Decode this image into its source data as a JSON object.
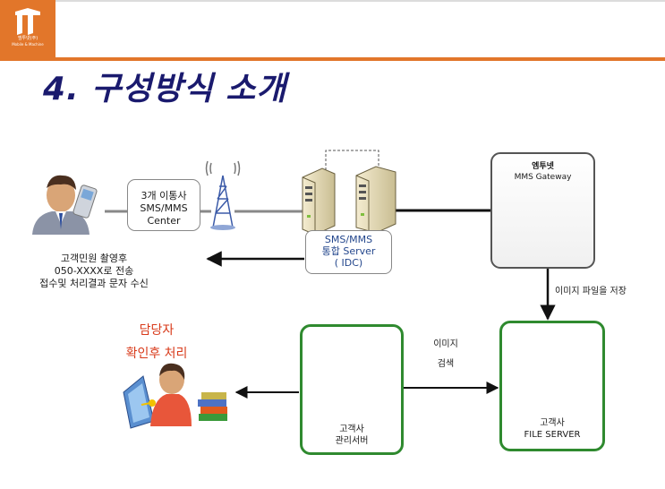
{
  "header": {
    "logo_name": "엠투넷(주)",
    "logo_sub": "Mobile & Machine",
    "title": "4. 구성방식 소개"
  },
  "diagram": {
    "customer": {
      "line1": "고객민원 촬영후",
      "line2": "050-XXXX로 전송",
      "line3": "접수및 처리결과 문자 수신"
    },
    "carrier_center": {
      "line1": "3개 이통사",
      "line2": "SMS/MMS",
      "line3": "Center"
    },
    "sms_server": {
      "line1": "SMS/MMS",
      "line2": "통합 Server",
      "line3": "( IDC)"
    },
    "mms_gateway": {
      "line1": "엠투넷",
      "line2": "MMS Gateway"
    },
    "save_label": "이미지 파일을 저장",
    "staff": {
      "line1": "담당자",
      "line2": "확인후 처리"
    },
    "search_label": {
      "line1": "이미지",
      "line2": "검색"
    },
    "management_server": {
      "line1": "고객사",
      "line2": "관리서버"
    },
    "file_server": {
      "line1": "고객사",
      "line2": "FILE SERVER"
    }
  },
  "colors": {
    "accent": "#e2762a",
    "title": "#1a1a6e",
    "server_text": "#23468c",
    "staff_text": "#d83a1a",
    "green_border": "#2f8a2f"
  },
  "icons": [
    "customer-phone-icon",
    "antenna-tower-icon",
    "server-tower-icon",
    "server-rack-icon",
    "router-chassis-icon",
    "staff-monitor-icon",
    "book-stack-icon"
  ]
}
